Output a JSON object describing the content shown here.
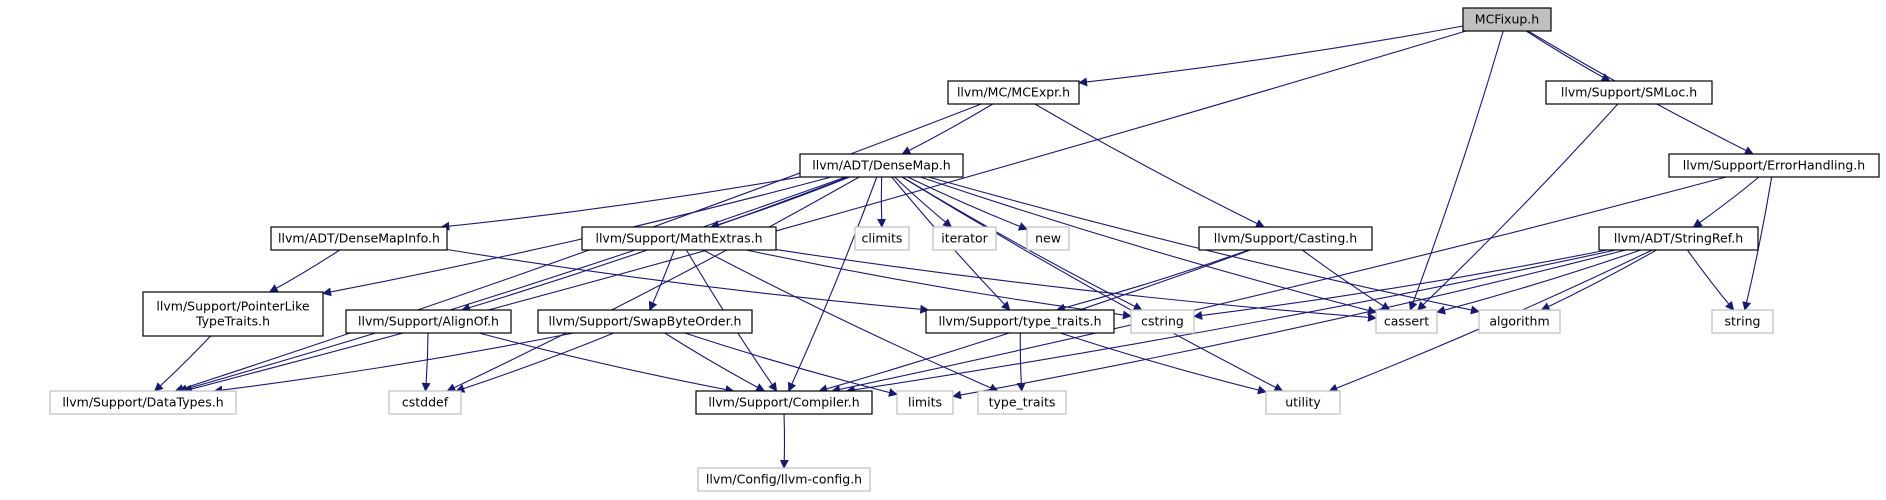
{
  "colors": {
    "edge": "#191970",
    "root_fill": "#bfbfbf",
    "root_border": "#000000",
    "node_border": "#000000",
    "system_border": "#bfbfbf",
    "system_text": "#808080"
  },
  "nodes": {
    "mcfixup": {
      "lines": [
        "MCFixup.h"
      ],
      "style": "root"
    },
    "mcexpr": {
      "lines": [
        "llvm/MC/MCExpr.h"
      ],
      "style": "normal"
    },
    "smloc": {
      "lines": [
        "llvm/Support/SMLoc.h"
      ],
      "style": "normal"
    },
    "errorhandling": {
      "lines": [
        "llvm/Support/ErrorHandling.h"
      ],
      "style": "normal"
    },
    "densemap": {
      "lines": [
        "llvm/ADT/DenseMap.h"
      ],
      "style": "normal"
    },
    "climits": {
      "lines": [
        "climits"
      ],
      "style": "system"
    },
    "iterator": {
      "lines": [
        "iterator"
      ],
      "style": "system"
    },
    "new": {
      "lines": [
        "new"
      ],
      "style": "system"
    },
    "casting": {
      "lines": [
        "llvm/Support/Casting.h"
      ],
      "style": "normal"
    },
    "stringref": {
      "lines": [
        "llvm/ADT/StringRef.h"
      ],
      "style": "normal"
    },
    "densemapinfo": {
      "lines": [
        "llvm/ADT/DenseMapInfo.h"
      ],
      "style": "normal"
    },
    "mathextras": {
      "lines": [
        "llvm/Support/MathExtras.h"
      ],
      "style": "normal"
    },
    "pointerlike": {
      "lines": [
        "llvm/Support/PointerLike",
        "TypeTraits.h"
      ],
      "style": "normal"
    },
    "alignof": {
      "lines": [
        "llvm/Support/AlignOf.h"
      ],
      "style": "normal"
    },
    "swapbyteorder": {
      "lines": [
        "llvm/Support/SwapByteOrder.h"
      ],
      "style": "normal"
    },
    "type_traits_h": {
      "lines": [
        "llvm/Support/type_traits.h"
      ],
      "style": "normal"
    },
    "cstring": {
      "lines": [
        "cstring"
      ],
      "style": "system"
    },
    "cassert": {
      "lines": [
        "cassert"
      ],
      "style": "system"
    },
    "algorithm": {
      "lines": [
        "algorithm"
      ],
      "style": "system"
    },
    "string": {
      "lines": [
        "string"
      ],
      "style": "system"
    },
    "datatypes": {
      "lines": [
        "llvm/Support/DataTypes.h"
      ],
      "style": "system"
    },
    "cstddef": {
      "lines": [
        "cstddef"
      ],
      "style": "system"
    },
    "compiler": {
      "lines": [
        "llvm/Support/Compiler.h"
      ],
      "style": "normal"
    },
    "limits": {
      "lines": [
        "limits"
      ],
      "style": "system"
    },
    "type_traits": {
      "lines": [
        "type_traits"
      ],
      "style": "system"
    },
    "utility": {
      "lines": [
        "utility"
      ],
      "style": "system"
    },
    "llvmconfig": {
      "lines": [
        "llvm/Config/llvm-config.h"
      ],
      "style": "system"
    }
  },
  "edges": [
    [
      "mcfixup",
      "mcexpr"
    ],
    [
      "mcfixup",
      "smloc"
    ],
    [
      "mcfixup",
      "errorhandling"
    ],
    [
      "mcfixup",
      "cassert"
    ],
    [
      "mcfixup",
      "datatypes"
    ],
    [
      "mcexpr",
      "densemap"
    ],
    [
      "mcexpr",
      "casting"
    ],
    [
      "mcexpr",
      "datatypes"
    ],
    [
      "smloc",
      "cassert"
    ],
    [
      "errorhandling",
      "stringref"
    ],
    [
      "errorhandling",
      "string"
    ],
    [
      "errorhandling",
      "compiler"
    ],
    [
      "densemap",
      "densemapinfo"
    ],
    [
      "densemap",
      "mathextras"
    ],
    [
      "densemap",
      "climits"
    ],
    [
      "densemap",
      "iterator"
    ],
    [
      "densemap",
      "new"
    ],
    [
      "densemap",
      "pointerlike"
    ],
    [
      "densemap",
      "alignof"
    ],
    [
      "densemap",
      "type_traits_h"
    ],
    [
      "densemap",
      "cstring"
    ],
    [
      "densemap",
      "cassert"
    ],
    [
      "densemap",
      "algorithm"
    ],
    [
      "densemap",
      "utility"
    ],
    [
      "densemap",
      "datatypes"
    ],
    [
      "densemap",
      "cstddef"
    ],
    [
      "densemap",
      "compiler"
    ],
    [
      "casting",
      "type_traits_h"
    ],
    [
      "casting",
      "cassert"
    ],
    [
      "casting",
      "compiler"
    ],
    [
      "stringref",
      "cstring"
    ],
    [
      "stringref",
      "cassert"
    ],
    [
      "stringref",
      "algorithm"
    ],
    [
      "stringref",
      "string"
    ],
    [
      "stringref",
      "compiler"
    ],
    [
      "stringref",
      "limits"
    ],
    [
      "stringref",
      "utility"
    ],
    [
      "densemapinfo",
      "pointerlike"
    ],
    [
      "densemapinfo",
      "type_traits_h"
    ],
    [
      "mathextras",
      "swapbyteorder"
    ],
    [
      "mathextras",
      "compiler"
    ],
    [
      "mathextras",
      "cassert"
    ],
    [
      "mathextras",
      "cstring"
    ],
    [
      "mathextras",
      "type_traits"
    ],
    [
      "pointerlike",
      "datatypes"
    ],
    [
      "alignof",
      "cstddef"
    ],
    [
      "alignof",
      "compiler"
    ],
    [
      "swapbyteorder",
      "compiler"
    ],
    [
      "swapbyteorder",
      "datatypes"
    ],
    [
      "swapbyteorder",
      "cstddef"
    ],
    [
      "swapbyteorder",
      "limits"
    ],
    [
      "type_traits_h",
      "type_traits"
    ],
    [
      "type_traits_h",
      "utility"
    ],
    [
      "compiler",
      "llvmconfig"
    ]
  ]
}
